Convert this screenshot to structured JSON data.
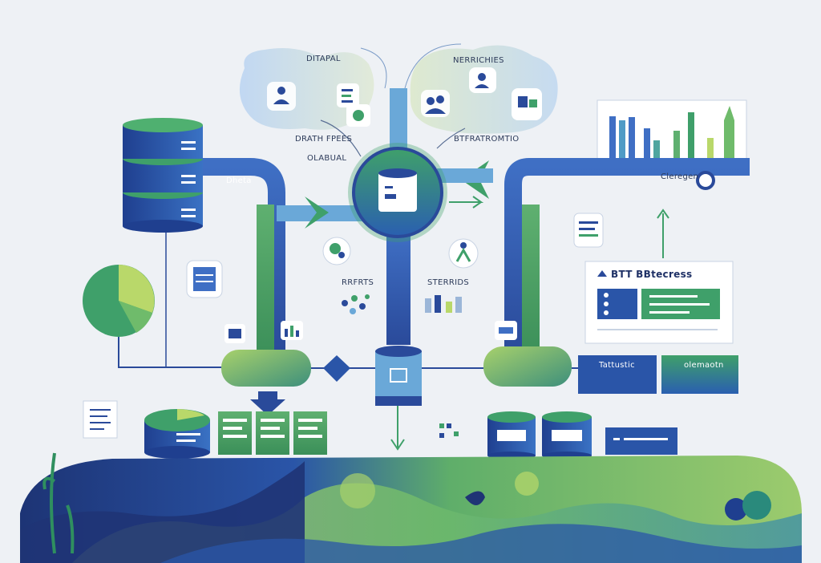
{
  "labels": {
    "top_left": "DITAPAL",
    "top_right": "NERRICHIES",
    "upper_middle": "DRATH FPEES",
    "upper_middle_2": "OLABUAL",
    "upper_right_caption": "BTFRATROMTIO",
    "pipe_left": "Dheta",
    "pipe_right": "Cleregen",
    "mid_left": "RRFRTS",
    "mid_right": "STERRIDS",
    "report_title": "BTT BBtecress",
    "button_left": "Tattustic",
    "button_right": "olemaotn"
  },
  "colors": {
    "navy": "#1f3f93",
    "blue": "#2f66b8",
    "green": "#3fa55c",
    "lime": "#b9d86a",
    "teal": "#3aa6a0",
    "background": "#eef1f5"
  },
  "icons": [
    "database-icon",
    "pie-chart-icon",
    "bar-chart-icon",
    "user-icon",
    "document-icon",
    "calendar-icon",
    "cylinder-icon",
    "arrow-icon"
  ]
}
